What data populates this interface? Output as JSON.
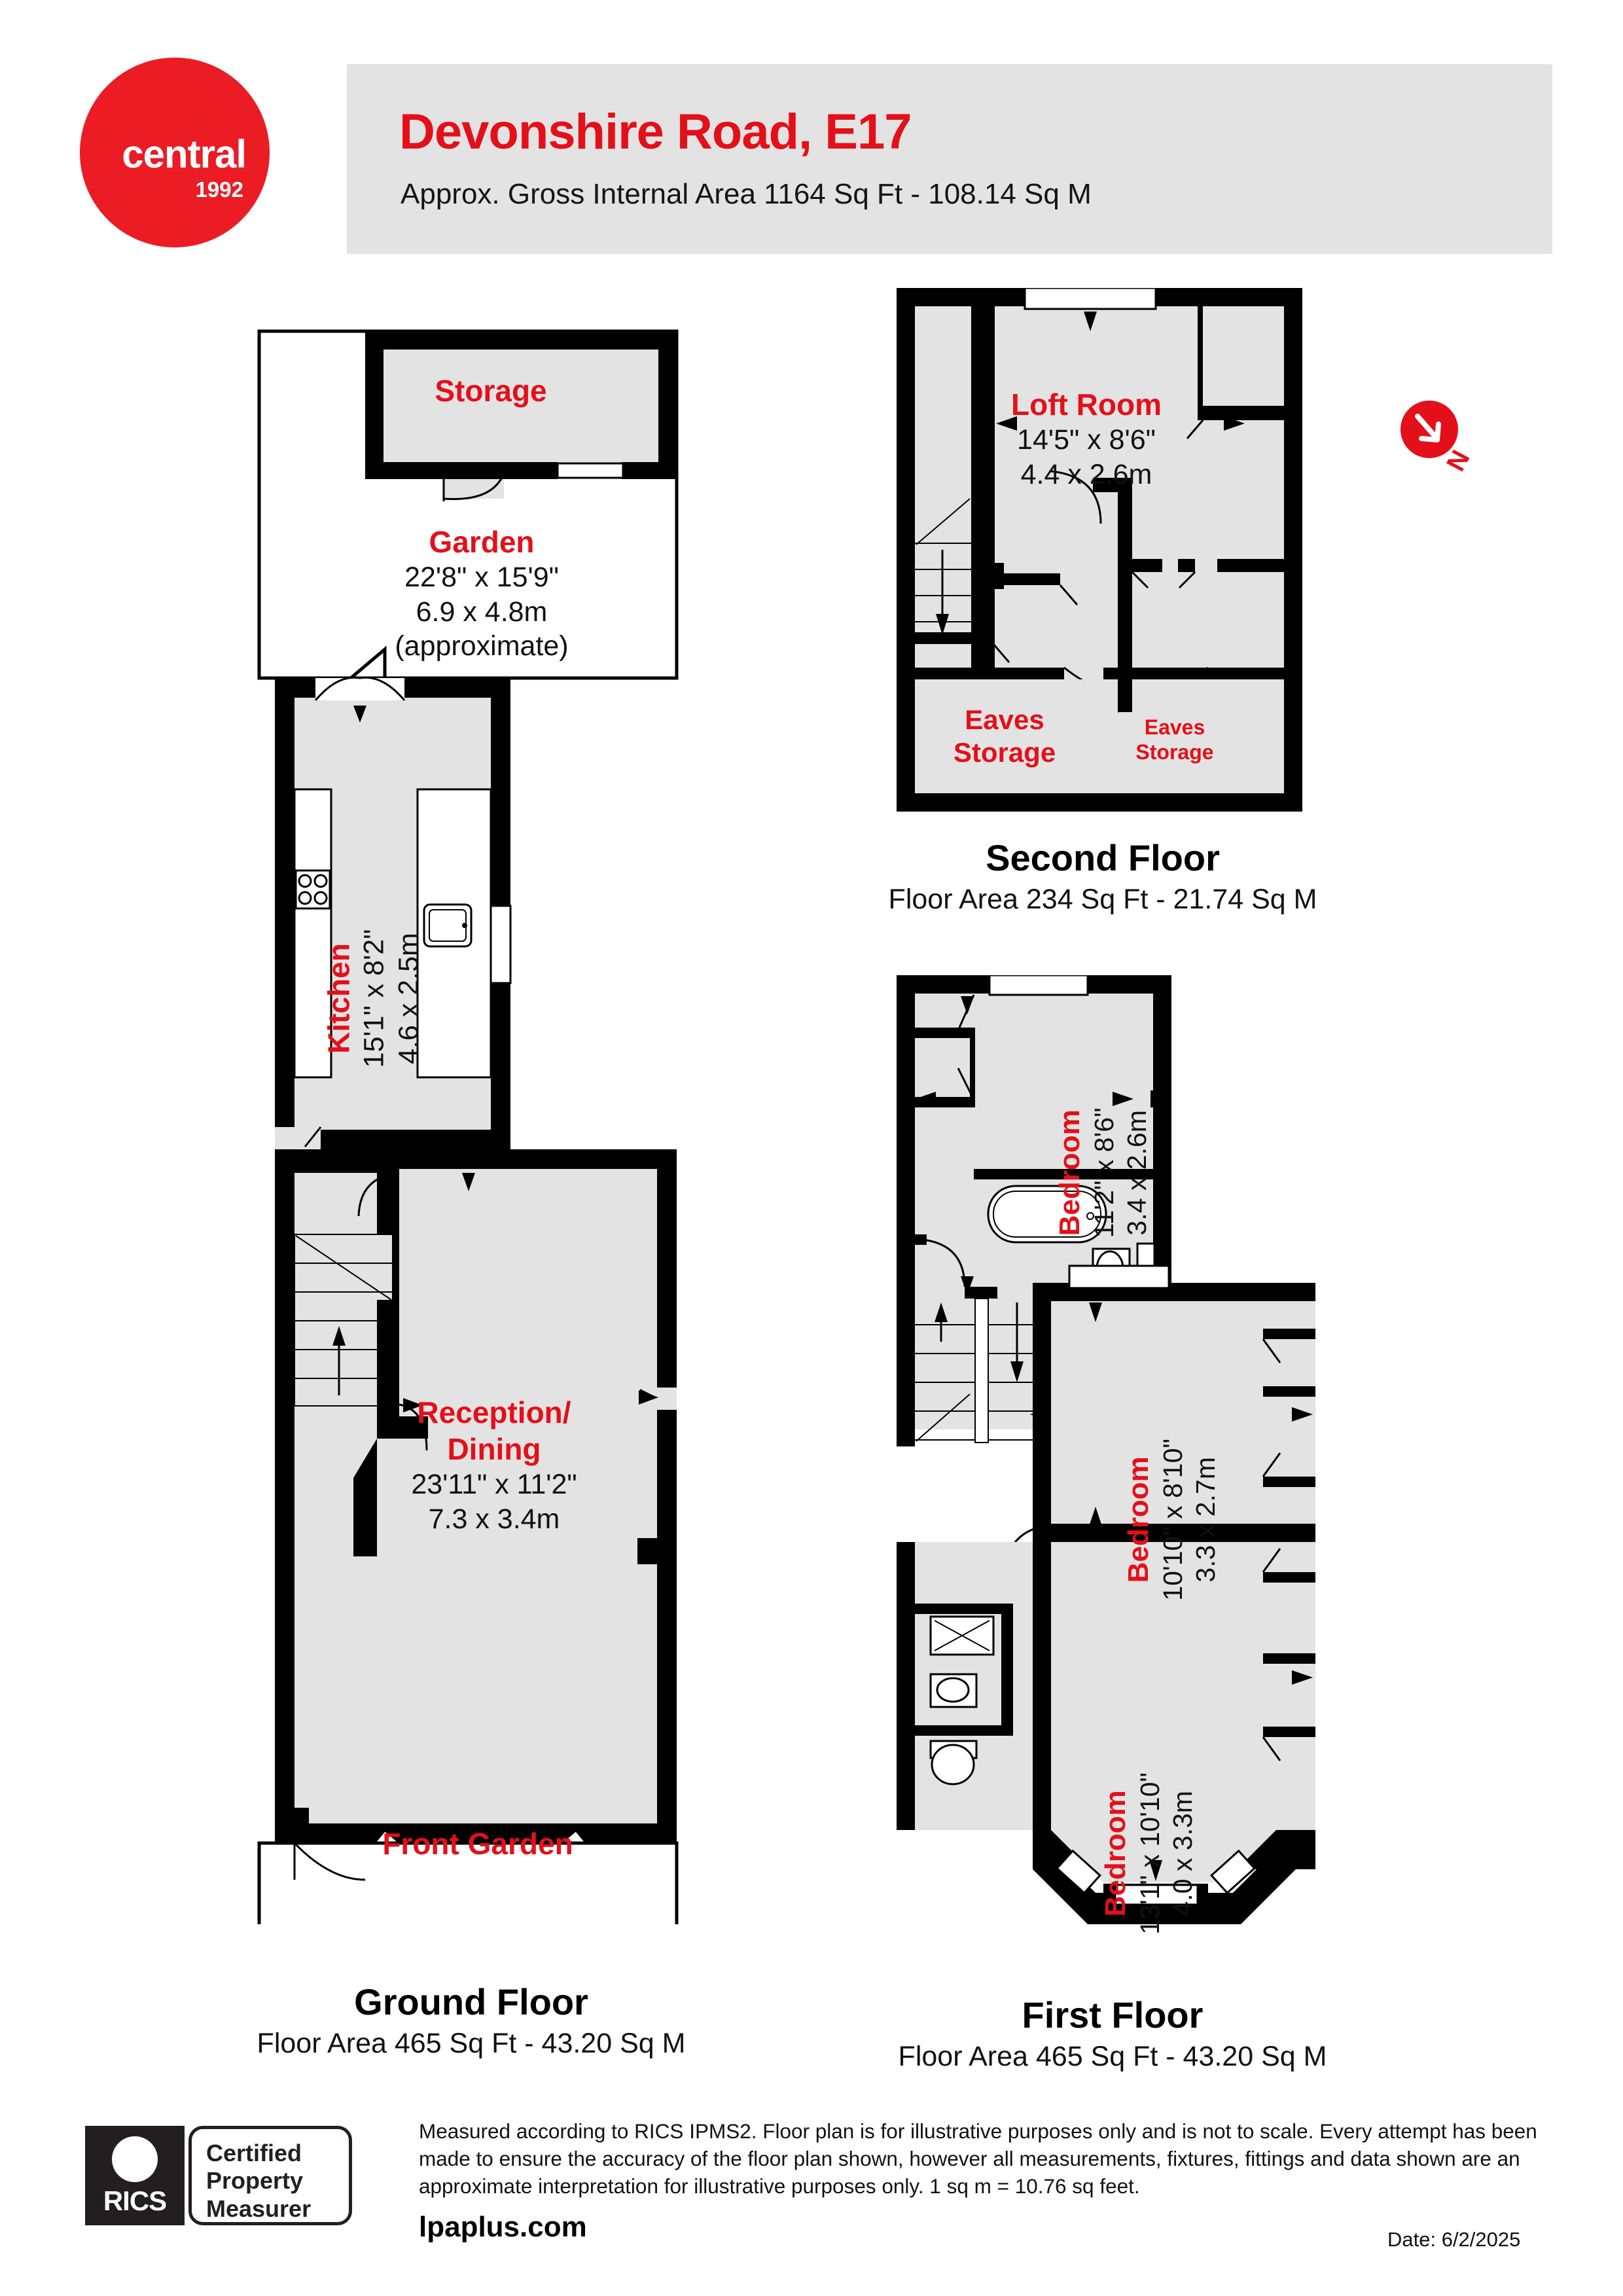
{
  "brand": {
    "logo_word": "central",
    "logo_year": "1992"
  },
  "header": {
    "title": "Devonshire Road, E17",
    "subtitle": "Approx. Gross Internal Area 1164 Sq Ft - 108.14 Sq M"
  },
  "compass": {
    "label": "N"
  },
  "floors": {
    "ground": {
      "name": "Ground Floor",
      "area": "Floor Area 465 Sq Ft - 43.20 Sq M",
      "rooms": [
        {
          "name": "Storage",
          "imperial": "",
          "metric": "",
          "note": ""
        },
        {
          "name": "Garden",
          "imperial": "22'8\" x 15'9\"",
          "metric": "6.9 x 4.8m",
          "note": "(approximate)"
        },
        {
          "name": "Kitchen",
          "imperial": "15'1\" x 8'2\"",
          "metric": "4.6 x 2.5m",
          "note": ""
        },
        {
          "name": "Reception/",
          "name2": "Dining",
          "imperial": "23'11\" x 11'2\"",
          "metric": "7.3 x 3.4m",
          "note": ""
        },
        {
          "name": "Front Garden",
          "imperial": "",
          "metric": "",
          "note": ""
        }
      ]
    },
    "first": {
      "name": "First Floor",
      "area": "Floor Area 465 Sq Ft - 43.20 Sq M",
      "rooms": [
        {
          "name": "Bedroom",
          "imperial": "11'2\" x 8'6\"",
          "metric": "3.4 x 2.6m"
        },
        {
          "name": "Bedroom",
          "imperial": "10'10\" x 8'10\"",
          "metric": "3.3 x 2.7m"
        },
        {
          "name": "Bedroom",
          "imperial": "13'1\" x 10'10\"",
          "metric": "4.0 x 3.3m"
        }
      ]
    },
    "second": {
      "name": "Second Floor",
      "area": "Floor Area 234 Sq Ft - 21.74 Sq M",
      "rooms": [
        {
          "name": "Loft Room",
          "imperial": "14'5\" x 8'6\"",
          "metric": "4.4 x 2.6m"
        },
        {
          "name_a": "Eaves",
          "name_b": "Storage"
        },
        {
          "name_a": "Eaves",
          "name_b": "Storage"
        }
      ]
    }
  },
  "footer": {
    "rics_label": "RICS",
    "cpm_line1": "Certified",
    "cpm_line2": "Property",
    "cpm_line3": "Measurer",
    "disclaimer": "Measured according to RICS IPMS2. Floor plan is for illustrative purposes only and is not to scale. Every attempt has been made to ensure the accuracy of the floor plan shown, however all measurements, fixtures, fittings and data shown are an approximate interpretation for illustrative purposes only. 1 sq m = 10.76 sq feet.",
    "website": "lpaplus.com",
    "date": "Date: 6/2/2025"
  },
  "colors": {
    "brand_red": "#e3101a",
    "wall": "#000000",
    "room_fill": "#e3e3e3",
    "band": "#e3e3e3"
  }
}
